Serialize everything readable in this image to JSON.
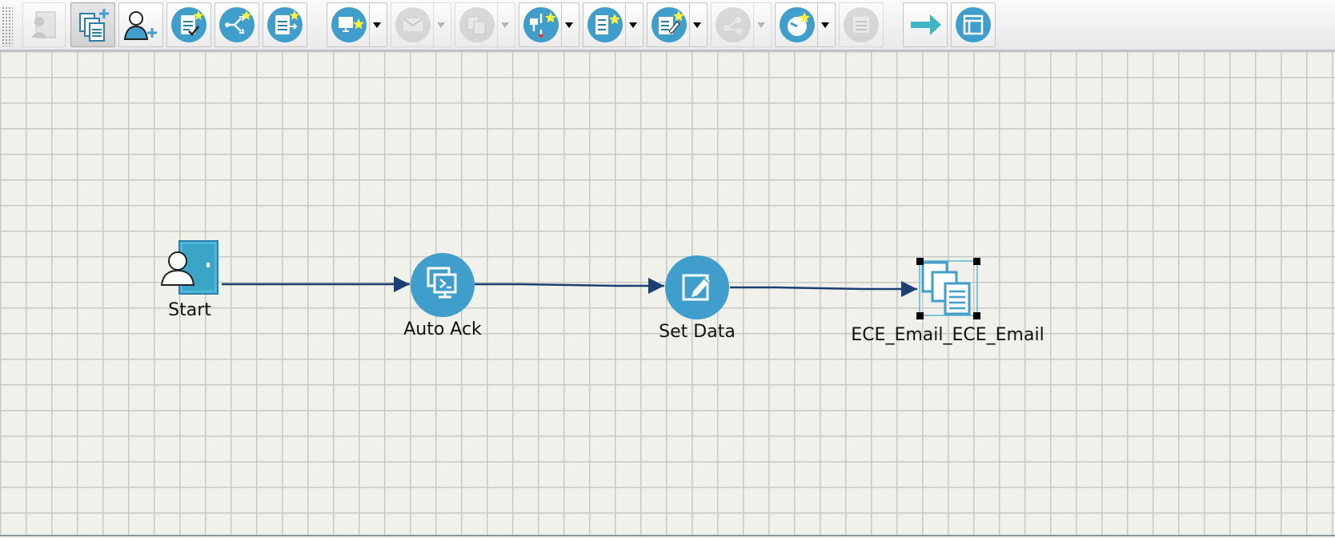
{
  "toolbar": {
    "buttons": [
      {
        "icon": "user-card-icon",
        "state": "disabled"
      },
      {
        "icon": "add-documents-icon",
        "state": "pressed"
      },
      {
        "icon": "add-user-icon",
        "state": "normal"
      },
      {
        "icon": "clipboard-add-check-icon",
        "state": "normal"
      },
      {
        "icon": "workflow-branch-add-icon",
        "state": "normal"
      },
      {
        "icon": "clipboard-add-arrow-icon",
        "state": "normal"
      },
      {
        "icon": "new-auto-ack-icon",
        "state": "normal",
        "dropdown": true
      },
      {
        "icon": "email-icon",
        "state": "disabled",
        "dropdown": true
      },
      {
        "icon": "copy-icon",
        "state": "disabled",
        "dropdown": true
      },
      {
        "icon": "branch-new-icon",
        "state": "normal",
        "dropdown": true
      },
      {
        "icon": "data-new-icon",
        "state": "normal",
        "dropdown": true
      },
      {
        "icon": "edit-new-icon",
        "state": "normal",
        "dropdown": true
      },
      {
        "icon": "share-icon",
        "state": "disabled",
        "dropdown": true
      },
      {
        "icon": "timer-new-icon",
        "state": "normal",
        "dropdown": true
      },
      {
        "icon": "document-list-icon",
        "state": "disabled"
      },
      {
        "icon": "arrow-right-icon",
        "state": "normal"
      },
      {
        "icon": "layout-panel-icon",
        "state": "normal"
      }
    ]
  },
  "workflow": {
    "nodes": [
      {
        "id": "start",
        "label": "Start",
        "icon": "start-user-door-icon"
      },
      {
        "id": "auto-ack",
        "label": "Auto Ack",
        "icon": "auto-ack-monitor-icon"
      },
      {
        "id": "set-data",
        "label": "Set Data",
        "icon": "set-data-edit-icon"
      },
      {
        "id": "ece-email",
        "label": "ECE_Email_ECE_Email",
        "icon": "stacked-documents-icon",
        "selected": true
      }
    ],
    "connections": [
      {
        "from": "start",
        "to": "auto-ack"
      },
      {
        "from": "auto-ack",
        "to": "set-data"
      },
      {
        "from": "set-data",
        "to": "ece-email"
      }
    ]
  },
  "colors": {
    "accent": "#3f9ecb",
    "accent_dark": "#2b7ea8",
    "connector": "#1a3f72",
    "canvas_bg": "#f1f1ec",
    "grid": "#c9c9c4",
    "star": "#fff23a"
  }
}
